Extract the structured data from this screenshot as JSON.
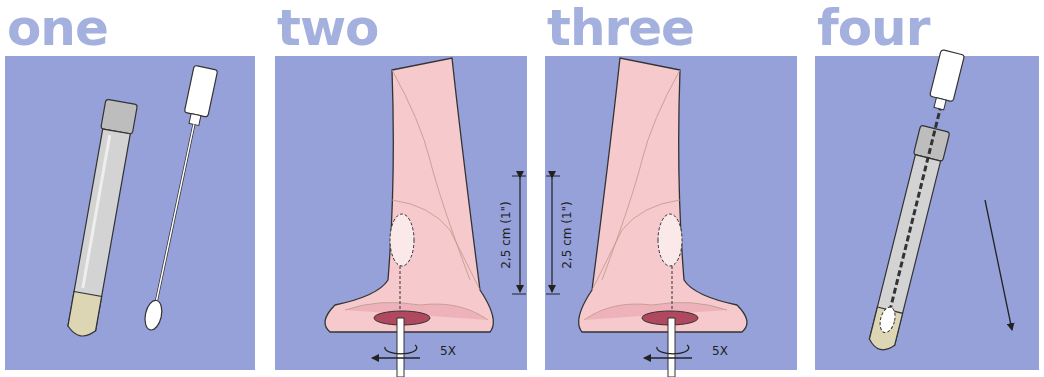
{
  "diagram": {
    "nodes": [
      {
        "text": [
          "one"
        ]
      },
      {
        "text": [
          "two"
        ]
      },
      {
        "text": [
          "three"
        ]
      },
      {
        "text": [
          "four"
        ]
      }
    ],
    "labels": [
      "2,5 cm (1\")",
      "5X",
      "2,5 cm (1\")",
      "5X"
    ]
  }
}
